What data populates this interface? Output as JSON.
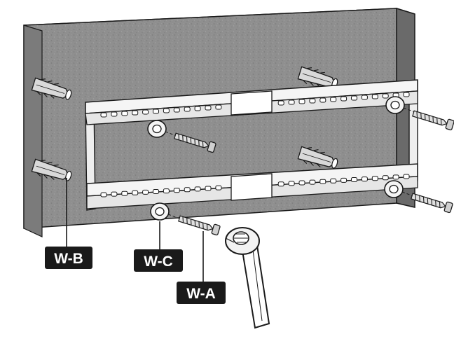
{
  "labels": {
    "wb": "W-B",
    "wc": "W-C",
    "wa": "W-A"
  },
  "colors": {
    "wall": "#8d8d8d",
    "wall_side": "#6d6d6d",
    "wall_top": "#bdbdbd",
    "bracket": "#f2f2f2",
    "label_bg": "#1a1a1a",
    "label_text": "#ffffff"
  },
  "icons": [
    "wall-anchor-icon",
    "washer-icon",
    "lag-bolt-icon",
    "ratchet-wrench-icon"
  ]
}
